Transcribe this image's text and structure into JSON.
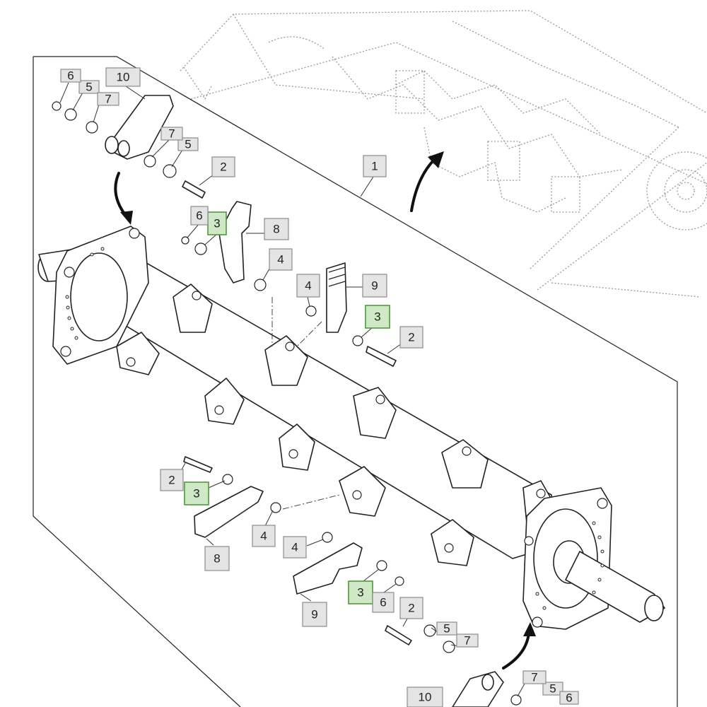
{
  "diagram": {
    "callouts": [
      {
        "id": "c1",
        "label": "1",
        "highlight": false
      },
      {
        "id": "c2a",
        "label": "2",
        "highlight": false
      },
      {
        "id": "c2b",
        "label": "2",
        "highlight": false
      },
      {
        "id": "c2c",
        "label": "2",
        "highlight": false
      },
      {
        "id": "c2d",
        "label": "2",
        "highlight": false
      },
      {
        "id": "c3a",
        "label": "3",
        "highlight": true
      },
      {
        "id": "c3b",
        "label": "3",
        "highlight": true
      },
      {
        "id": "c3c",
        "label": "3",
        "highlight": true
      },
      {
        "id": "c3d",
        "label": "3",
        "highlight": true
      },
      {
        "id": "c4a",
        "label": "4",
        "highlight": false
      },
      {
        "id": "c4b",
        "label": "4",
        "highlight": false
      },
      {
        "id": "c4c",
        "label": "4",
        "highlight": false
      },
      {
        "id": "c4d",
        "label": "4",
        "highlight": false
      },
      {
        "id": "c5a",
        "label": "5",
        "highlight": false
      },
      {
        "id": "c5b",
        "label": "5",
        "highlight": false
      },
      {
        "id": "c5c",
        "label": "5",
        "highlight": false
      },
      {
        "id": "c5d",
        "label": "5",
        "highlight": false
      },
      {
        "id": "c6a",
        "label": "6",
        "highlight": false
      },
      {
        "id": "c6b",
        "label": "6",
        "highlight": false
      },
      {
        "id": "c6c",
        "label": "6",
        "highlight": false
      },
      {
        "id": "c6d",
        "label": "6",
        "highlight": false
      },
      {
        "id": "c7a",
        "label": "7",
        "highlight": false
      },
      {
        "id": "c7b",
        "label": "7",
        "highlight": false
      },
      {
        "id": "c7c",
        "label": "7",
        "highlight": false
      },
      {
        "id": "c7d",
        "label": "7",
        "highlight": false
      },
      {
        "id": "c8a",
        "label": "8",
        "highlight": false
      },
      {
        "id": "c8b",
        "label": "8",
        "highlight": false
      },
      {
        "id": "c9a",
        "label": "9",
        "highlight": false
      },
      {
        "id": "c9b",
        "label": "9",
        "highlight": false
      },
      {
        "id": "c10a",
        "label": "10",
        "highlight": false
      },
      {
        "id": "c10b",
        "label": "10",
        "highlight": false
      }
    ],
    "colors": {
      "callout_fill": "#e4e4e4",
      "callout_highlight_fill": "#cfe8c6",
      "callout_highlight_stroke": "#4e9a3c",
      "line": "#222222",
      "ghost_line": "#999999"
    }
  }
}
